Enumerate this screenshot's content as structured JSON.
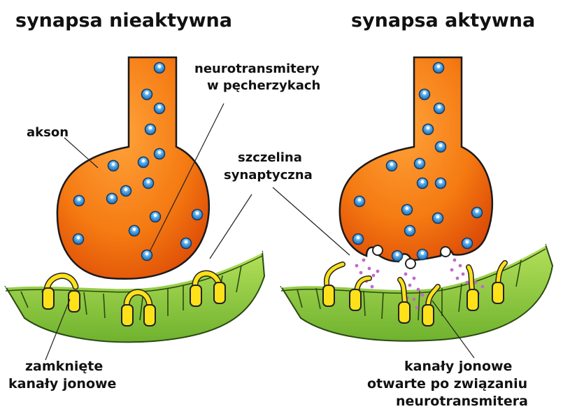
{
  "titles": {
    "left": "synapsa nieaktywna",
    "right": "synapsa aktywna"
  },
  "labels": {
    "akson": "akson",
    "neuro_line1": "neurotransmitery",
    "neuro_line2": "w pęcherzykach",
    "cleft_line1": "szczelina",
    "cleft_line2": "synaptyczna",
    "closed_line1": "zamknięte",
    "closed_line2": "kanały jonowe",
    "open_line1": "kanały jonowe",
    "open_line2": "otwarte po związaniu",
    "open_line3": "neurotransmitera"
  },
  "colors": {
    "axon_light": "#ff8c1a",
    "axon_dark": "#e04a08",
    "membrane": "#8fcf3c",
    "membrane_dark": "#5fa528",
    "channel": "#ffe11a",
    "vesicle": "#3a8fd6",
    "neurotransmitter": "#c06bc8"
  }
}
